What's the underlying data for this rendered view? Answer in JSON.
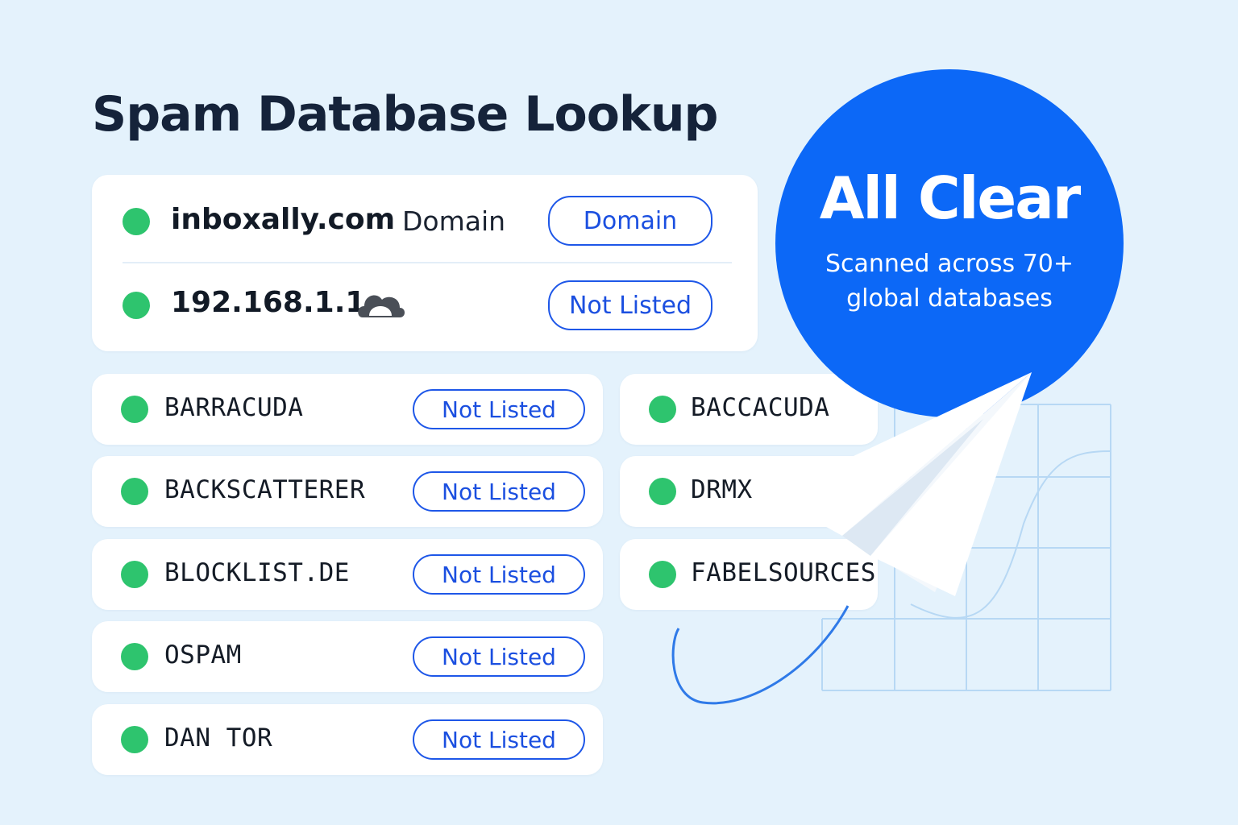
{
  "page": {
    "title": "Spam Database Lookup"
  },
  "summary": {
    "domain": {
      "value": "inboxally.com",
      "separator": "· Domain",
      "badge": "Domain",
      "status_color": "#2ec46e"
    },
    "ip": {
      "value": "192.168.1.1",
      "icon": "cloud-icon",
      "badge": "Not Listed",
      "status_color": "#2ec46e"
    }
  },
  "databases_left": [
    {
      "name": "BARRACUDA",
      "status": "Not Listed"
    },
    {
      "name": "BACKSCATTERER",
      "status": "Not Listed"
    },
    {
      "name": "BLOCKLIST.DE",
      "status": "Not Listed"
    },
    {
      "name": "OSPAM",
      "status": "Not Listed"
    },
    {
      "name": "DAN TOR",
      "status": "Not Listed"
    }
  ],
  "databases_right": [
    {
      "name": "BACCACUDA"
    },
    {
      "name": "DRMX"
    },
    {
      "name": "FABELSOURCES"
    }
  ],
  "result": {
    "title": "All Clear",
    "subtitle": "Scanned across 70+ global databases",
    "color": "#0c68f7"
  },
  "colors": {
    "accent": "#1e57e8",
    "ok": "#2ec46e",
    "background": "#e4f2fc"
  }
}
